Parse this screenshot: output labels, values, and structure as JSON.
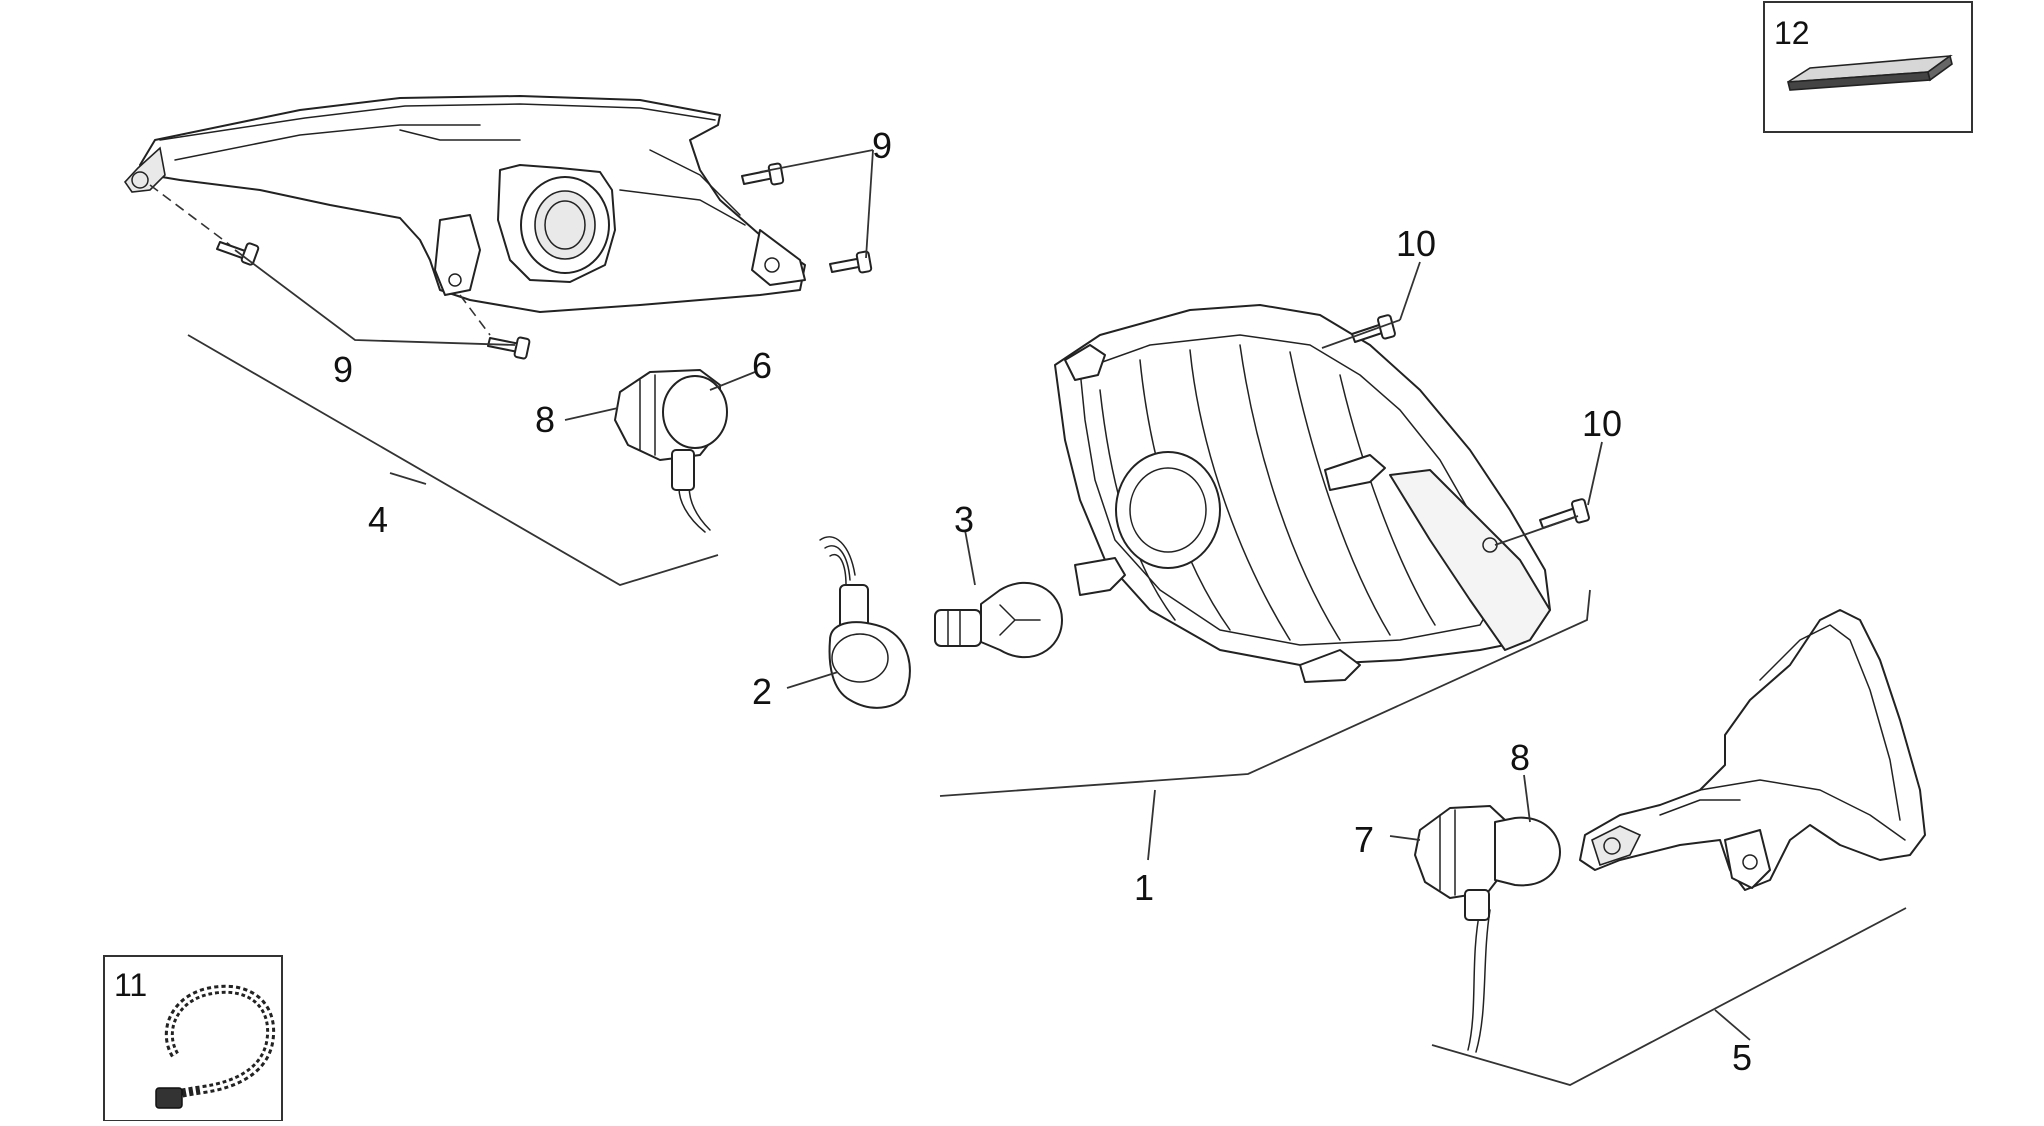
{
  "diagram": {
    "callouts": {
      "c1": "1",
      "c2": "2",
      "c3": "3",
      "c4": "4",
      "c5": "5",
      "c6": "6",
      "c7": "7",
      "c8a": "8",
      "c8b": "8",
      "c9a": "9",
      "c9b": "9",
      "c10a": "10",
      "c10b": "10",
      "c11": "11",
      "c12": "12"
    }
  }
}
